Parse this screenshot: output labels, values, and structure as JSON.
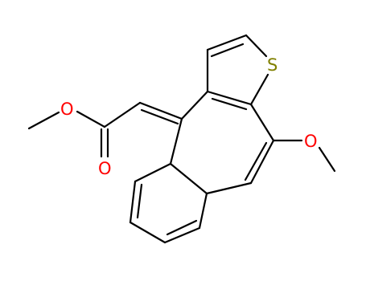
{
  "molecule": {
    "atoms": {
      "sulfur": {
        "symbol": "S",
        "color": "#808000"
      },
      "ester_ether_oxygen": {
        "symbol": "O",
        "color": "#ff0000"
      },
      "carbonyl_oxygen": {
        "symbol": "O",
        "color": "#ff0000"
      },
      "methoxy_oxygen": {
        "symbol": "O",
        "color": "#ff0000"
      }
    },
    "colors": {
      "bond": "#000000",
      "background": "#ffffff"
    }
  }
}
